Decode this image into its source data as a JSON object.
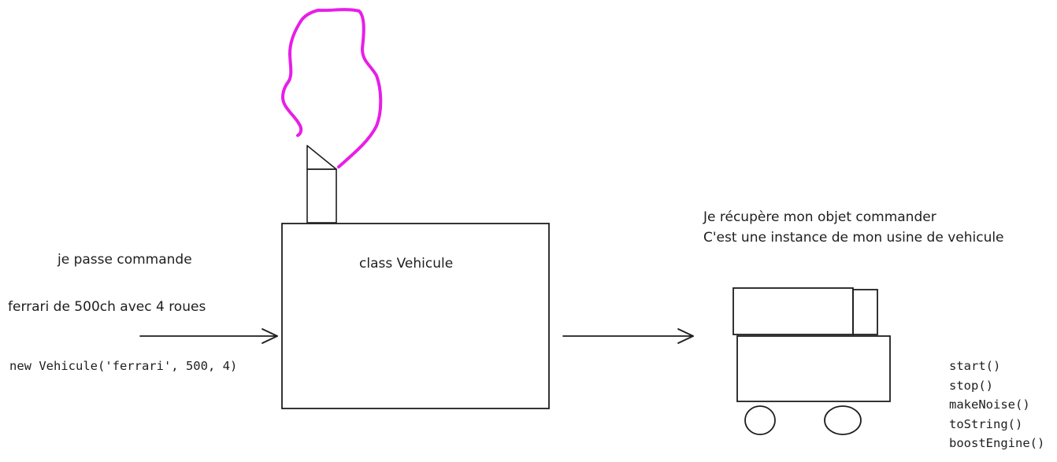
{
  "texts": {
    "order_heading": "je passe commande",
    "order_description": "ferrari de 500ch avec 4 roues",
    "constructor_call": "new Vehicule('ferrari', 500, 4)",
    "factory_title": "class Vehicule",
    "result_line1": "Je récupère mon objet commander",
    "result_line2": "C'est une instance de mon usine de vehicule"
  },
  "methods": [
    "start()",
    "stop()",
    "makeNoise()",
    "toString()",
    "boostEngine()"
  ],
  "colors": {
    "stroke": "#1e1e1e",
    "smoke": "#e81ee8",
    "background": "#ffffff"
  }
}
